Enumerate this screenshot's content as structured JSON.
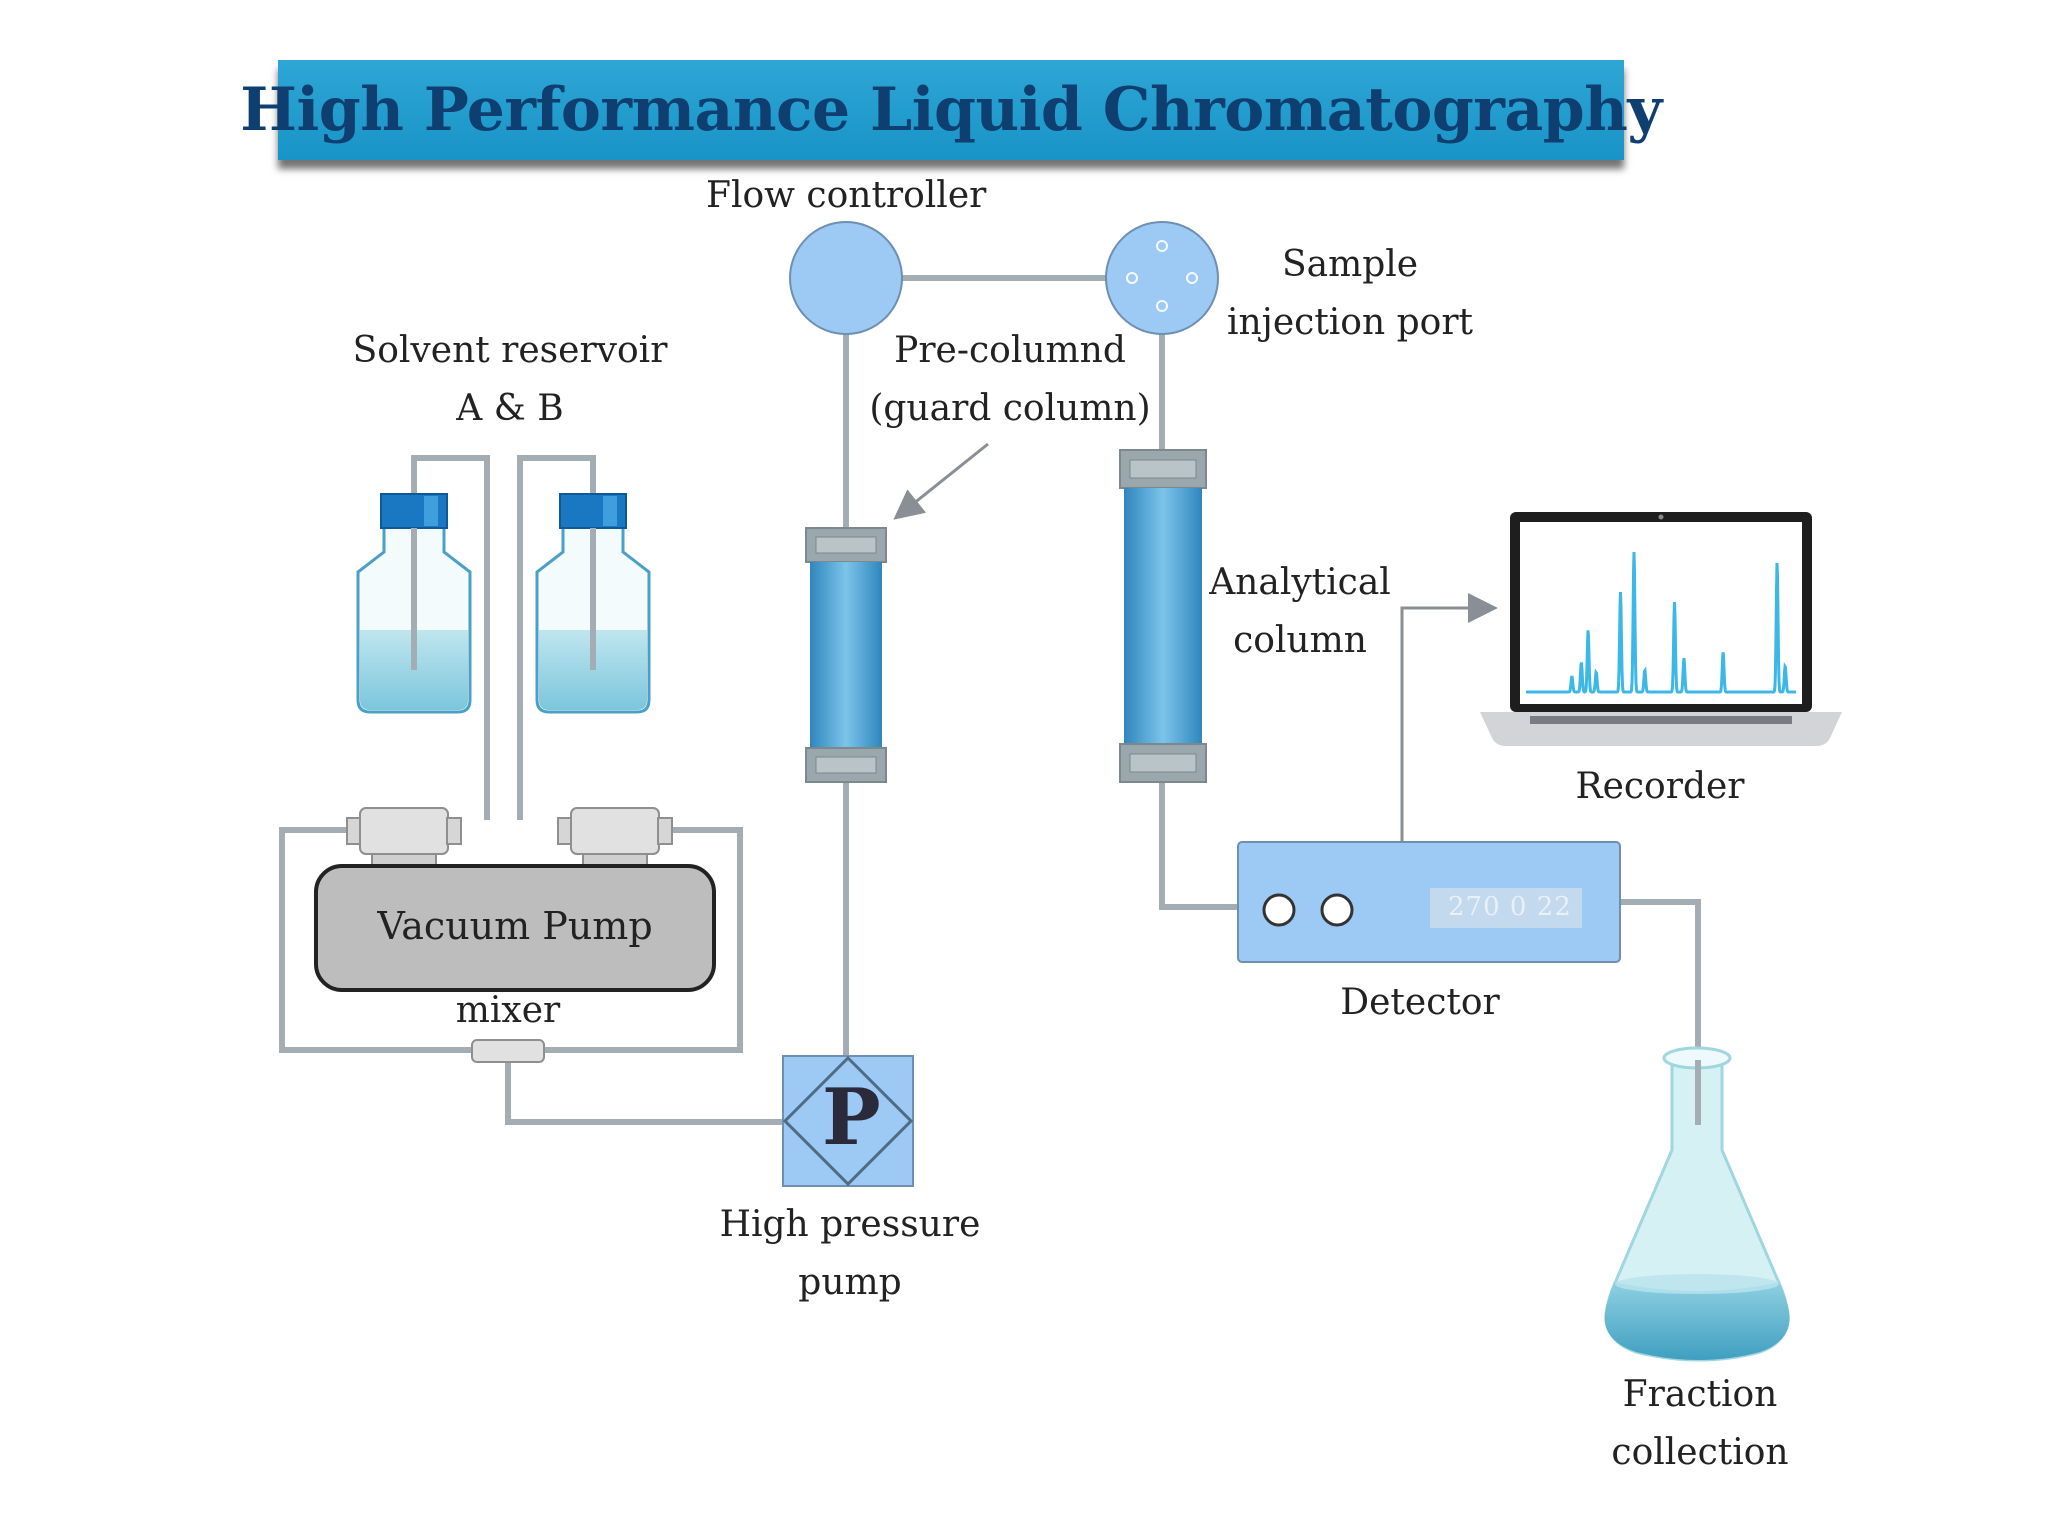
{
  "title": "High Performance Liquid  Chromatography",
  "labels": {
    "flow_controller": "Flow controller",
    "sample_injection_port": [
      "Sample",
      "injection port"
    ],
    "solvent_reservoir": [
      "Solvent reservoir",
      "A & B"
    ],
    "pre_column": [
      "Pre-columnd",
      "(guard column)"
    ],
    "analytical_column": [
      "Analytical",
      "column"
    ],
    "recorder": "Recorder",
    "vacuum_pump": "Vacuum Pump",
    "mixer": "mixer",
    "detector": "Detector",
    "detector_readout": "270 0 22",
    "pump_symbol": "P",
    "high_pressure_pump": [
      "High pressure",
      "pump"
    ],
    "fraction_collection": [
      "Fraction",
      "collection"
    ]
  },
  "colors": {
    "banner": "#1e9bd0",
    "title_text": "#0f3f70",
    "component_blue": "#9ccaf5",
    "column_blue": "#4aa3d6",
    "liquid": "#a7dcea",
    "cap_blue": "#1a78c2",
    "tubing": "#a4acb4",
    "vacuum_pump_fill": "#bdbdbd",
    "chromatogram": "#3bb8e6"
  },
  "icons": {
    "reservoir_bottle": "bottle-icon",
    "laptop": "laptop-icon",
    "flask": "erlenmeyer-flask-icon",
    "pump": "pump-diamond-icon"
  }
}
